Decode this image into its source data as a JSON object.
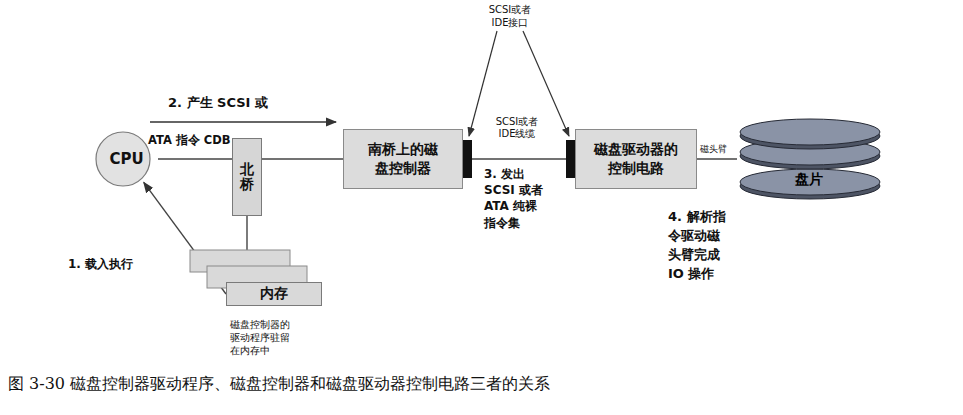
{
  "diagram": {
    "caption": "图 3-30 磁盘控制器驱动程序、磁盘控制器和磁盘驱动器控制电路三者的关系",
    "nodes": [
      {
        "text": [
          "CPU"
        ]
      },
      {
        "text": [
          "北桥"
        ]
      },
      {
        "text": [
          "内存"
        ]
      },
      {
        "text": [
          "南桥上的磁盘控制器"
        ]
      },
      {
        "text": [
          "磁盘驱动器的控制电路"
        ]
      },
      {
        "text": [
          "盘片"
        ]
      }
    ],
    "edges": [
      {
        "from": 0,
        "to": 1,
        "arrow": "none"
      },
      {
        "from": 1,
        "to": 3,
        "arrow": "none"
      },
      {
        "from": 1,
        "to": 2,
        "arrow": "none"
      },
      {
        "from": 3,
        "to": 4,
        "arrow": "none"
      },
      {
        "from": 4,
        "to": 5,
        "arrow": "none"
      },
      {
        "from": 2,
        "to": 0,
        "label": "1. 载入执行",
        "arrow": "to"
      }
    ],
    "labels": [
      "2. 产生 SCSI 或",
      "ATA 指令 CDB",
      "SCSI或者 IDE接口",
      "SCSI或者 IDE线缆",
      "3. 发出 SCSI 或者 ATA 纯裸 指令集",
      "磁头臂",
      "4. 解析指令驱动磁头臂完成 IO 操作",
      "磁盘控制器的驱动程序驻留在内存中"
    ]
  }
}
